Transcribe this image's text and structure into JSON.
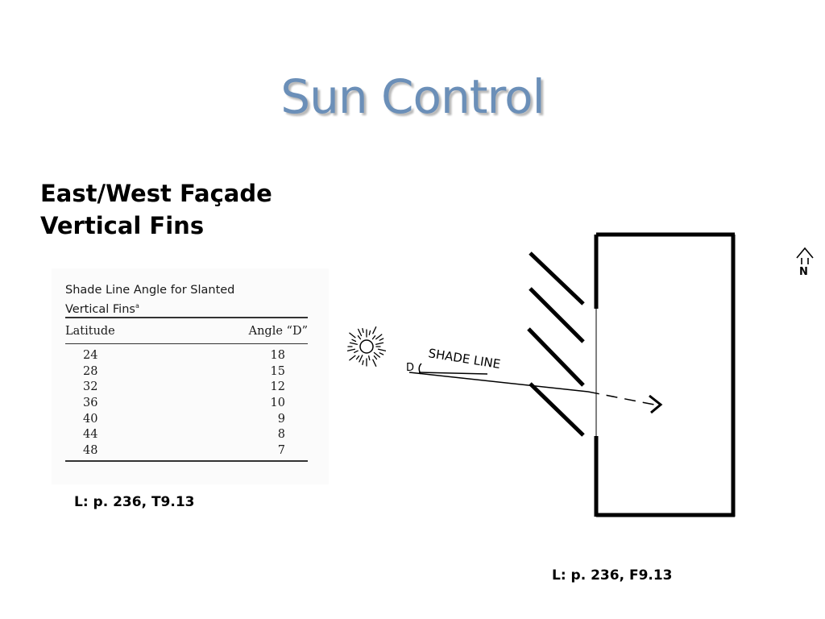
{
  "slide": {
    "title": "Sun Control",
    "subtitle_line1": "East/West Façade",
    "subtitle_line2": "Vertical Fins"
  },
  "table": {
    "caption_line1": "Shade Line Angle for Slanted",
    "caption_line2": "Vertical Fins",
    "caption_superscript": "a",
    "header_latitude": "Latitude",
    "header_angle": "Angle “D”",
    "rows": [
      {
        "latitude": "24",
        "angle": "18"
      },
      {
        "latitude": "28",
        "angle": "15"
      },
      {
        "latitude": "32",
        "angle": "12"
      },
      {
        "latitude": "36",
        "angle": "10"
      },
      {
        "latitude": "40",
        "angle": "9"
      },
      {
        "latitude": "44",
        "angle": "8"
      },
      {
        "latitude": "48",
        "angle": "7"
      }
    ],
    "reference": "L: p. 236, T9.13"
  },
  "figure": {
    "shade_line_label": "SHADE LINE",
    "angle_label": "D",
    "north_label": "N",
    "reference": "L: p. 236, F9.13"
  }
}
